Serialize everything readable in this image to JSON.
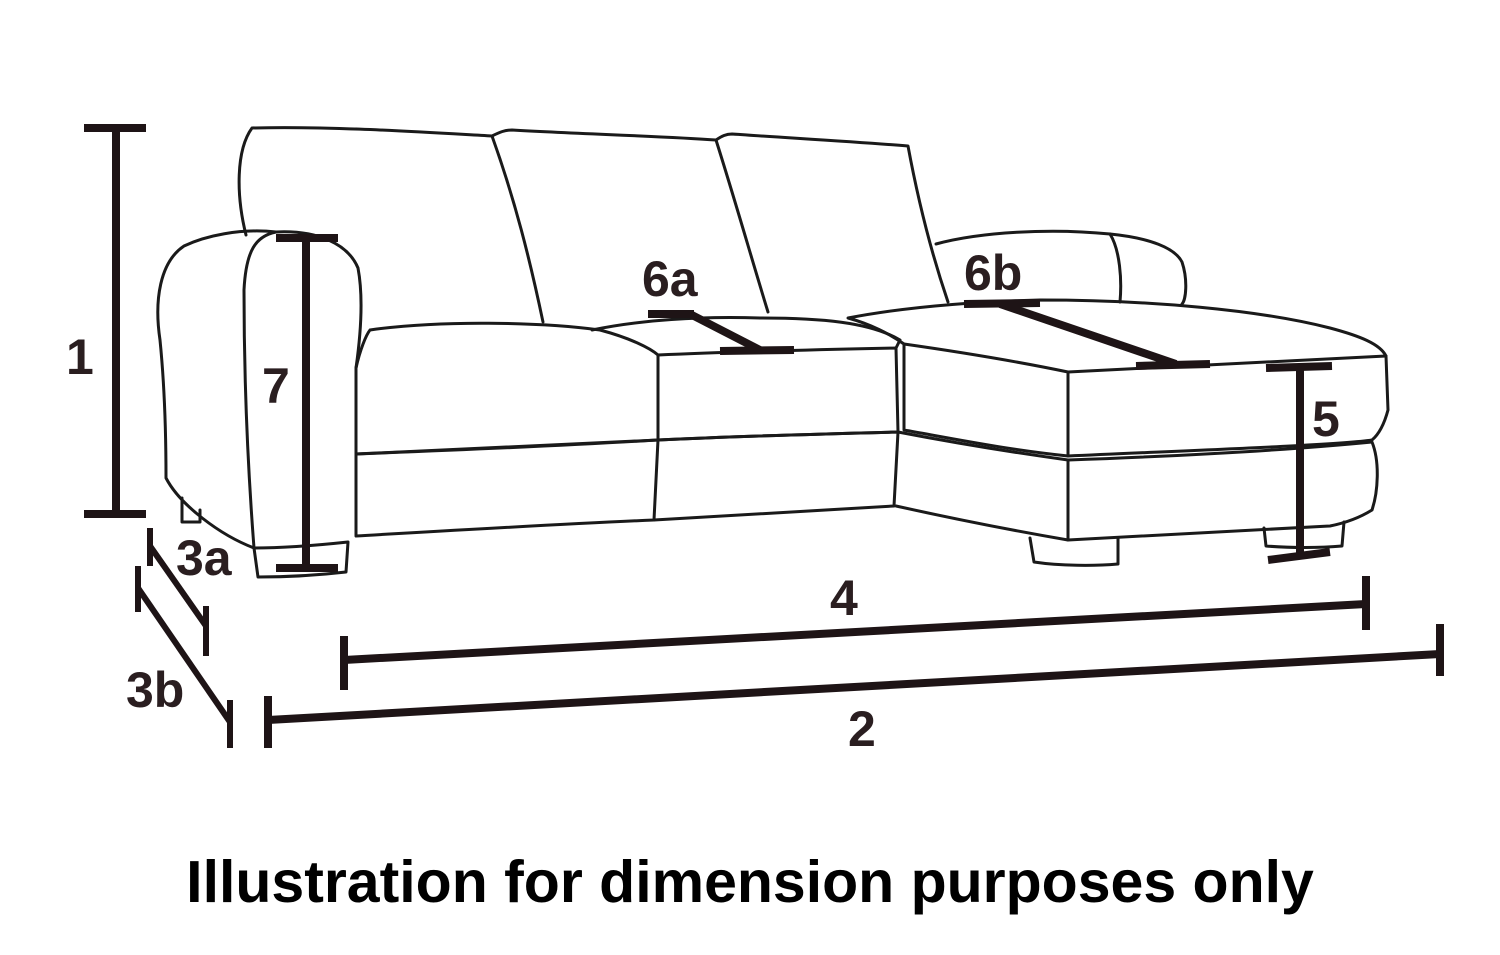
{
  "labels": {
    "d1": "1",
    "d2": "2",
    "d3a": "3a",
    "d3b": "3b",
    "d4": "4",
    "d5": "5",
    "d6a": "6a",
    "d6b": "6b",
    "d7": "7"
  },
  "caption": "Illustration for dimension purposes only",
  "colors": {
    "outline": "#1a1a1a",
    "dimension": "#1e1416",
    "label": "#2a1e20",
    "background": "#ffffff"
  }
}
